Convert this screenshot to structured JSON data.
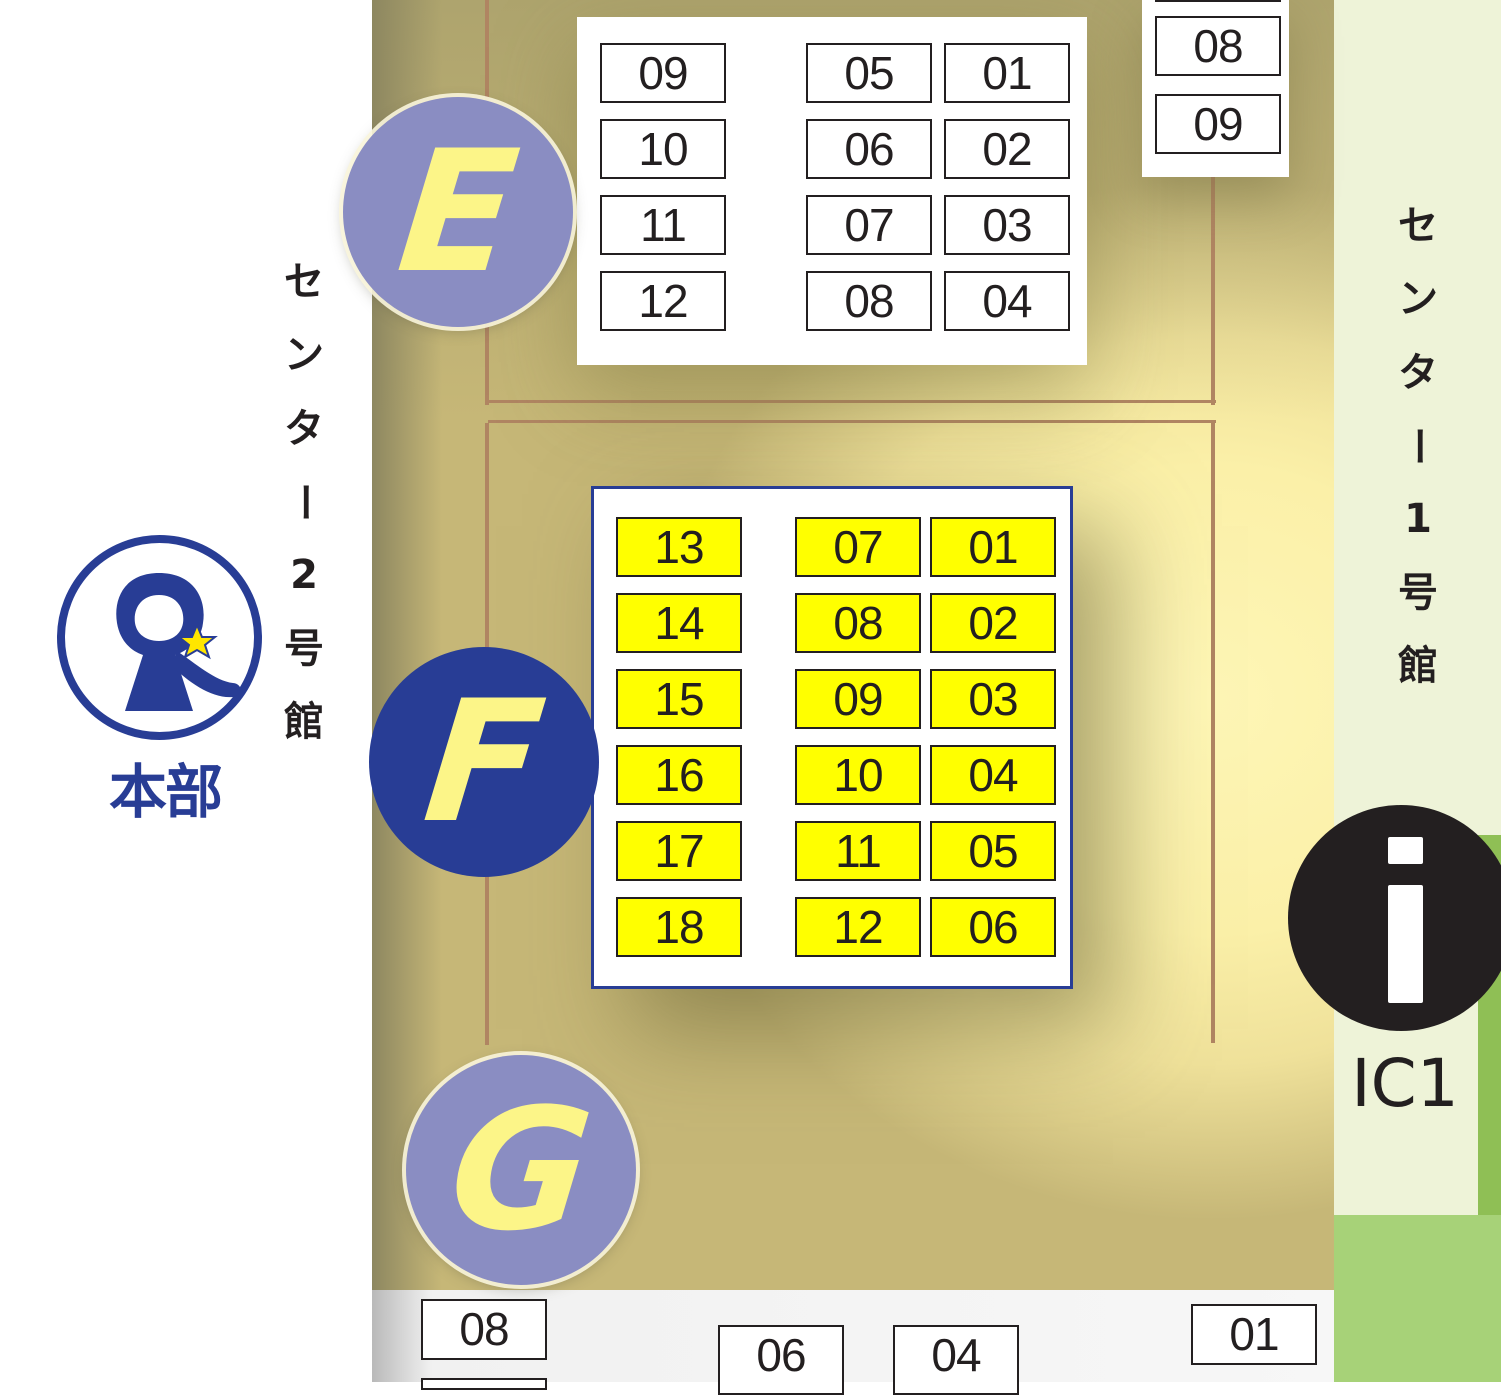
{
  "zones": {
    "e": {
      "letter": "E"
    },
    "f": {
      "letter": "F"
    },
    "g": {
      "letter": "G"
    }
  },
  "e_block": {
    "col_left": [
      "09",
      "10",
      "11",
      "12"
    ],
    "col_mid": [
      "05",
      "06",
      "07",
      "08"
    ],
    "col_right": [
      "01",
      "02",
      "03",
      "04"
    ]
  },
  "f_block": {
    "col_left": [
      "13",
      "14",
      "15",
      "16",
      "17",
      "18"
    ],
    "col_mid": [
      "07",
      "08",
      "09",
      "10",
      "11",
      "12"
    ],
    "col_right": [
      "01",
      "02",
      "03",
      "04",
      "05",
      "06"
    ]
  },
  "top_right_booths": [
    "08",
    "09"
  ],
  "bottom_booths": {
    "left": "08",
    "mid1": "06",
    "mid2": "04",
    "right": "01"
  },
  "labels": {
    "center2": [
      "セ",
      "ン",
      "タ",
      "ー",
      "2",
      "号",
      "館"
    ],
    "center1": [
      "セ",
      "ン",
      "タ",
      "ー",
      "1",
      "号",
      "館"
    ],
    "hq": "本部",
    "info": "IC1"
  },
  "colors": {
    "f_booth": "#ffff00",
    "f_border": "#283d95",
    "zone_light": "#8a8dc2",
    "zone_dark": "#283d95",
    "zone_letter": "#fcf588"
  },
  "icons": {
    "hq": "hq-mascot-icon",
    "info": "info-icon",
    "star": "star-icon"
  }
}
